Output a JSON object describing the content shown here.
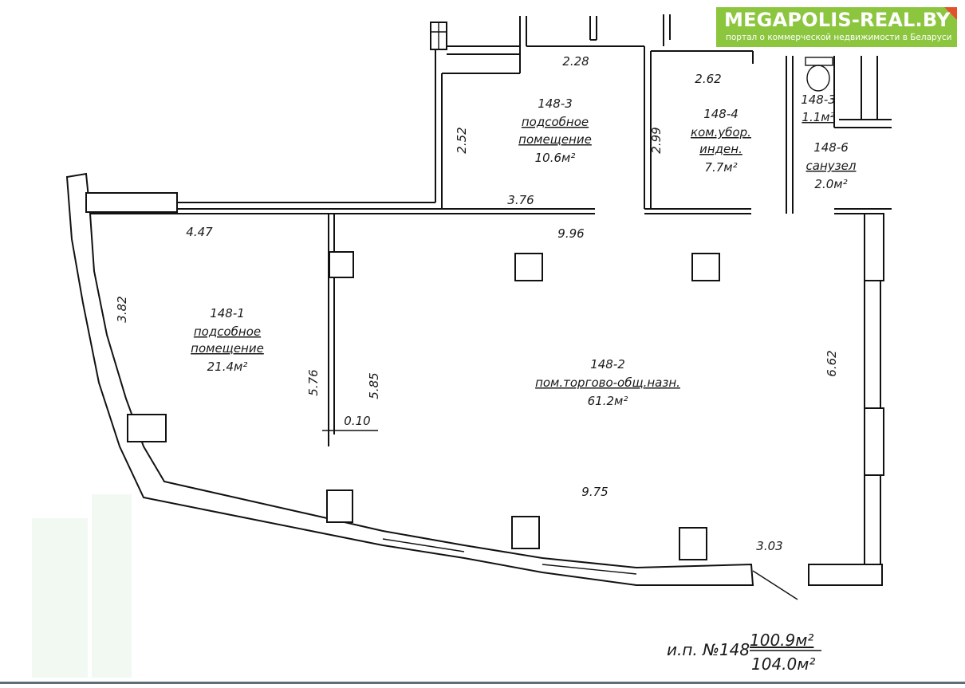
{
  "logo": {
    "brand": "MEGAPOLIS-REAL.BY",
    "tagline": "портал о коммерческой недвижимости в Беларуси"
  },
  "rooms": [
    {
      "code": "148-1",
      "name_line1": "подсобное",
      "name_line2": "помещение",
      "area": "21.4м²"
    },
    {
      "code": "148-2",
      "name_line1": "пом.торгово-общ.назн.",
      "area": "61.2м²"
    },
    {
      "code": "148-3",
      "name_line1": "подсобное",
      "name_line2": "помещение",
      "area": "10.6м²"
    },
    {
      "code": "148-4",
      "name_line1": "ком.убор.",
      "name_line2": "инден.",
      "area": "7.7м²"
    },
    {
      "code": "148-3",
      "area": "1.1м²"
    },
    {
      "code": "148-6",
      "name_line1": "санузел",
      "area": "2.0м²"
    }
  ],
  "dimensions": {
    "d_2_28": "2.28",
    "d_2_62": "2.62",
    "d_2_52": "2.52",
    "d_2_99": "2.99",
    "d_3_76": "3.76",
    "d_4_47": "4.47",
    "d_9_96": "9.96",
    "d_3_82": "3.82",
    "d_5_76": "5.76",
    "d_5_85": "5.85",
    "d_0_10": "0.10",
    "d_6_62": "6.62",
    "d_9_75": "9.75",
    "d_3_03": "3.03"
  },
  "summary": {
    "prefix": "и.п. №148",
    "area_main": "100.9м²",
    "area_total": "104.0м²"
  }
}
